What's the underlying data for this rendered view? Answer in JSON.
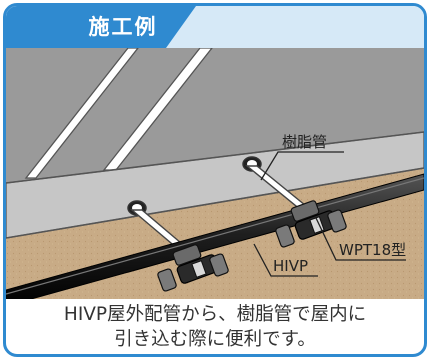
{
  "header": {
    "title": "施工例"
  },
  "illustration": {
    "labels": {
      "resin_pipe": "樹脂管",
      "fitting": "WPT18型",
      "hivp": "HIVP"
    }
  },
  "caption": {
    "line1": "HIVP屋外配管から、樹脂管で屋内に",
    "line2": "引き込む際に便利です。"
  }
}
